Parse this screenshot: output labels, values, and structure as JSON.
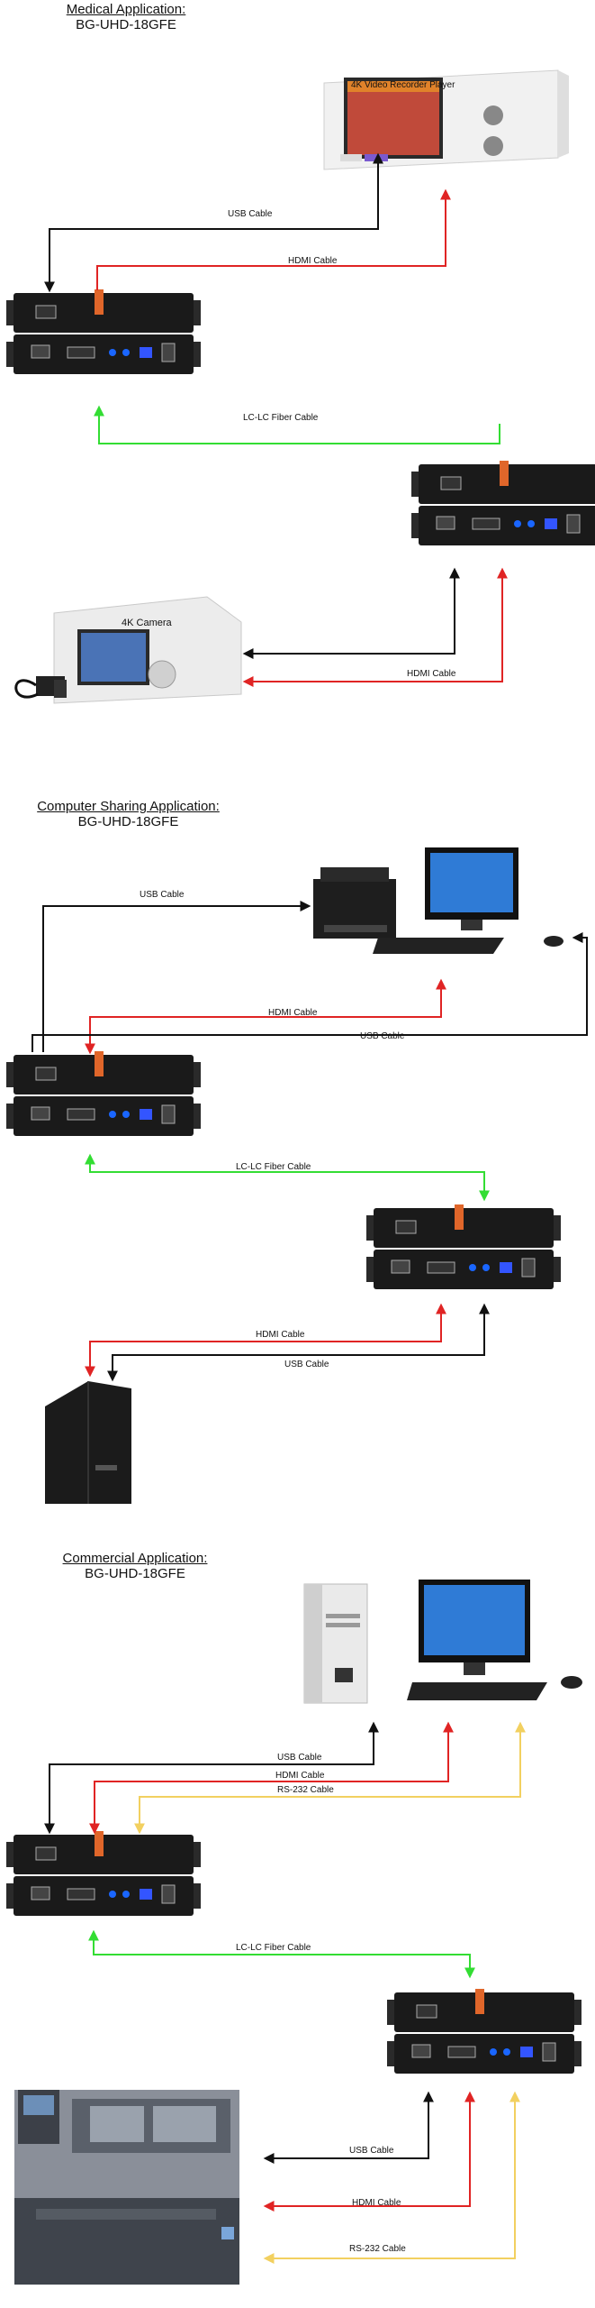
{
  "colors": {
    "usb": "#111111",
    "hdmi": "#e02424",
    "fiber": "#33dd33",
    "rs232": "#f2d060",
    "device": "#1a1a1a",
    "logo": "#e0662a"
  },
  "sections": [
    {
      "title": "Medical Application:",
      "subtitle": "BG-UHD-18GFE"
    },
    {
      "title": "Computer Sharing Application:",
      "subtitle": "BG-UHD-18GFE"
    },
    {
      "title": "Commercial  Application:",
      "subtitle": "BG-UHD-18GFE"
    }
  ],
  "devices": {
    "recorder_label": "4K Video Recorder Player",
    "camera_label": "4K Camera"
  },
  "cables": {
    "usb": "USB Cable",
    "hdmi": "HDMI Cable",
    "fiber": "LC-LC Fiber Cable",
    "rs232": "RS-232 Cable"
  }
}
